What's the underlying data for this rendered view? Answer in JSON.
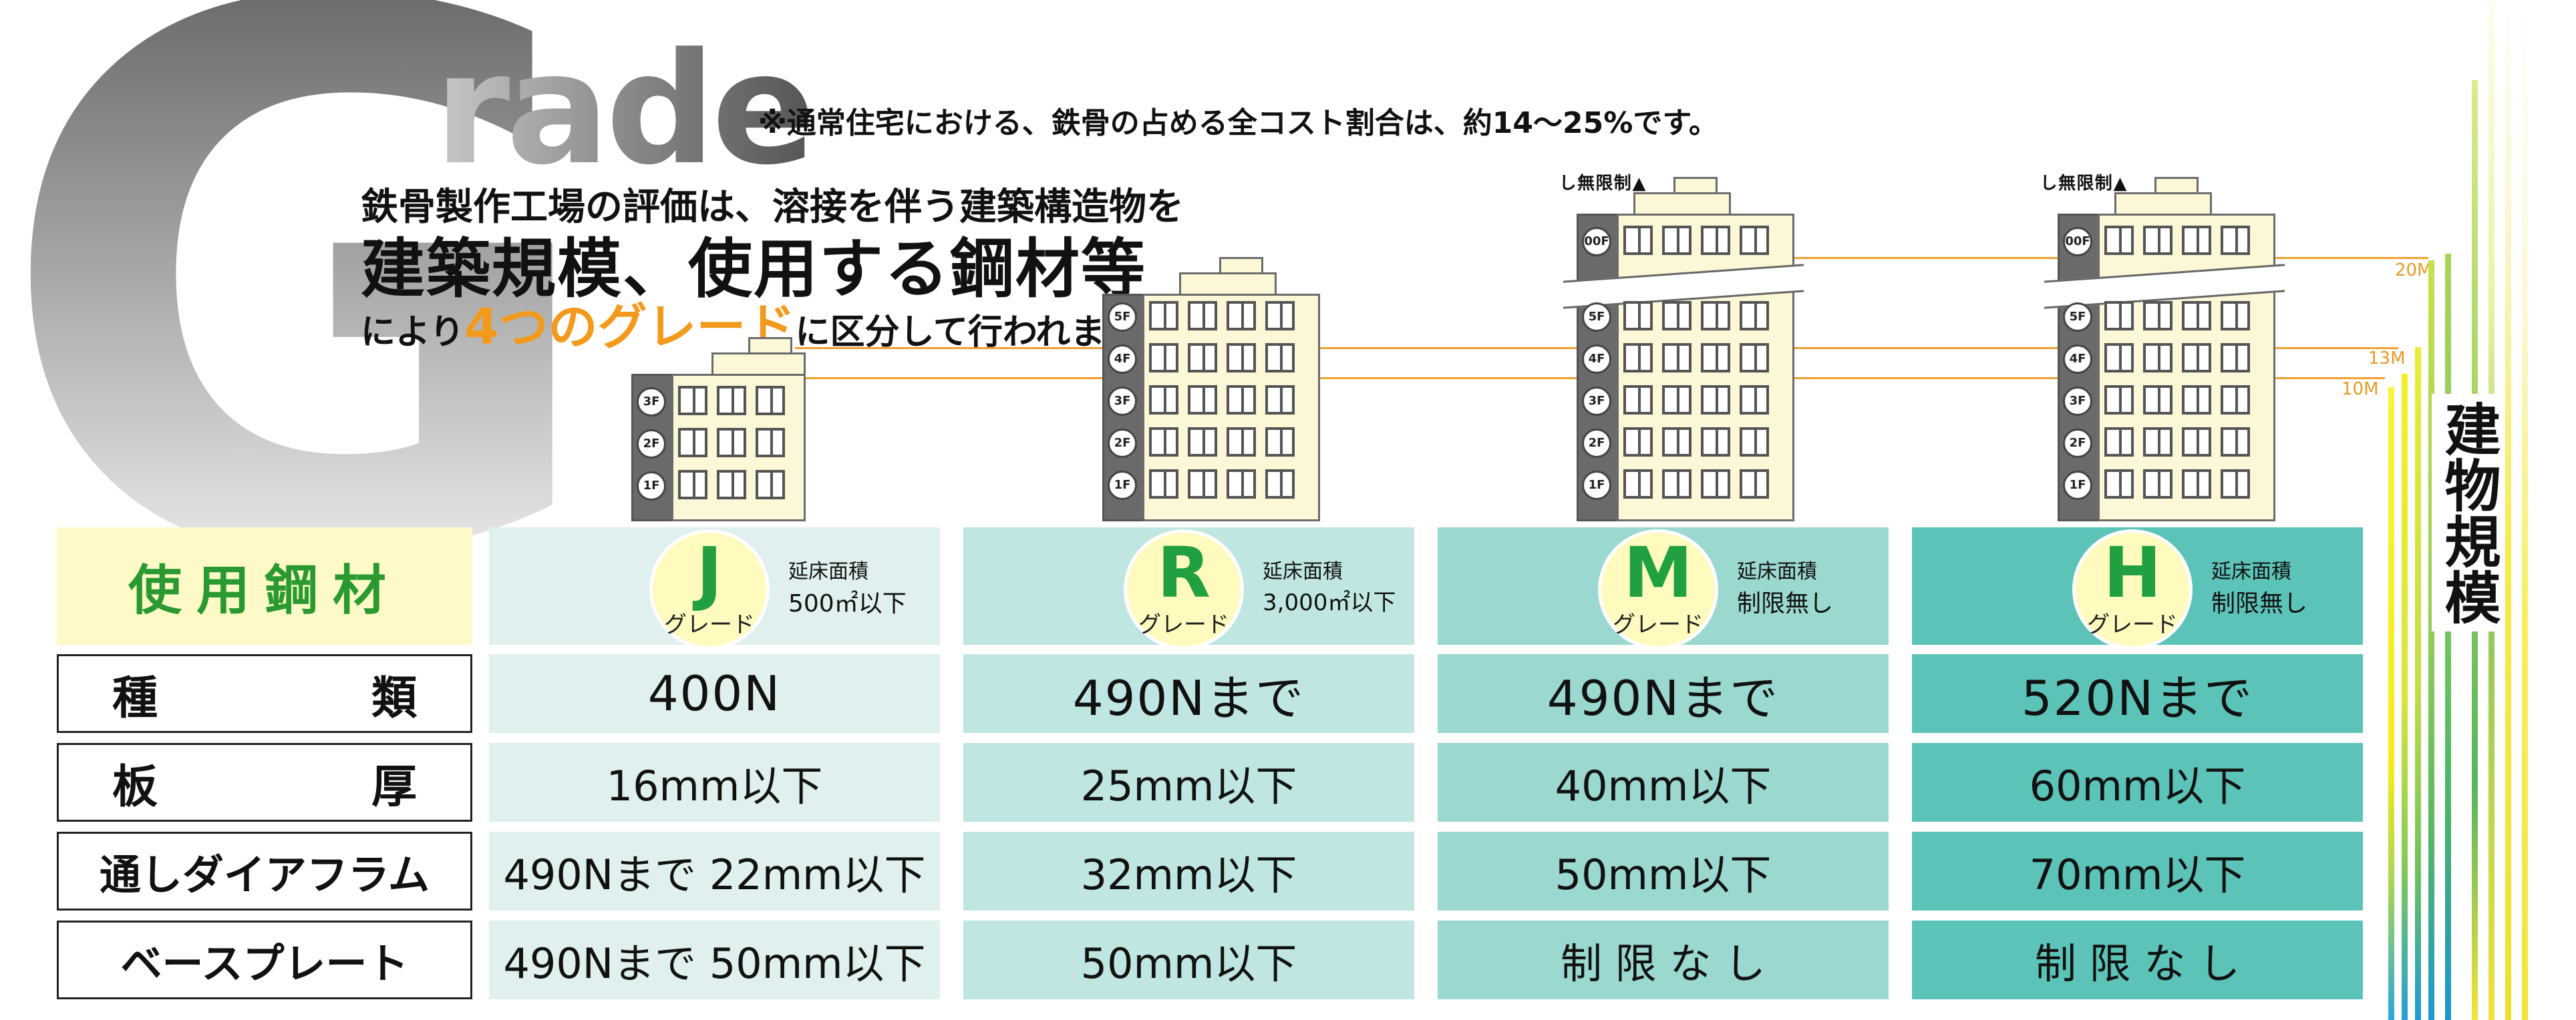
{
  "title": {
    "big_letter": "G",
    "rest": "rade"
  },
  "note": "※通常住宅における、鉄骨の占める全コスト割合は、約14〜25%です。",
  "heading": {
    "line1": "鉄骨製作工場の評価は、溶接を伴う建築構造物を",
    "line2": "建築規模、使用する鋼材等",
    "line3_pre": "により",
    "line3_em": "4つのグレード",
    "line3_post": "に区分して行われます。"
  },
  "buildings": {
    "limit_label": "▲制限無し",
    "floors_top": "00F",
    "floors": [
      "5F",
      "4F",
      "3F",
      "2F",
      "1F"
    ]
  },
  "scale": {
    "label": "建物規模",
    "m20": "20M",
    "m13": "13M",
    "m10": "10M",
    "colors": [
      "#f7f227",
      "#c8e23a",
      "#8fcf4a",
      "#44b9d6",
      "#1e9fd6"
    ]
  },
  "table": {
    "header_label": "使用鋼材",
    "row_labels": {
      "kind": [
        "種",
        "類"
      ],
      "thickness": [
        "板",
        "厚"
      ],
      "diaphragm": "通しダイアフラム",
      "baseplate": "ベースプレート"
    },
    "grades": [
      {
        "letter": "J",
        "suffix": "グレード",
        "area_label": "延床面積",
        "area_value": "500㎡以下",
        "kind": "400N",
        "thickness": "16mm以下",
        "diaphragm": "490Nまで 22mm以下",
        "baseplate": "490Nまで 50mm以下"
      },
      {
        "letter": "R",
        "suffix": "グレード",
        "area_label": "延床面積",
        "area_value": "3,000㎡以下",
        "kind": "490Nまで",
        "thickness": "25mm以下",
        "diaphragm": "32mm以下",
        "baseplate": "50mm以下"
      },
      {
        "letter": "M",
        "suffix": "グレード",
        "area_label": "延床面積",
        "area_value": "制限無し",
        "kind": "490Nまで",
        "thickness": "40mm以下",
        "diaphragm": "50mm以下",
        "baseplate": "制 限 な し"
      },
      {
        "letter": "H",
        "suffix": "グレード",
        "area_label": "延床面積",
        "area_value": "制限無し",
        "kind": "520Nまで",
        "thickness": "60mm以下",
        "diaphragm": "70mm以下",
        "baseplate": "制 限 な し"
      }
    ]
  }
}
